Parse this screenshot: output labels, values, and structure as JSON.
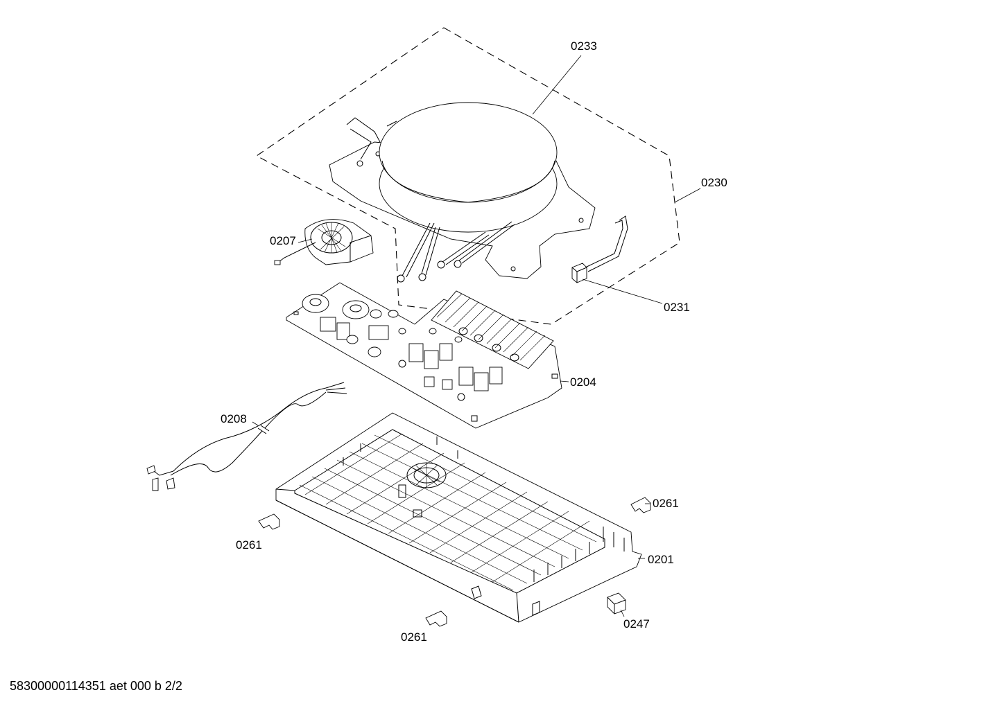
{
  "parts": {
    "p0233": "0233",
    "p0230": "0230",
    "p0207": "0207",
    "p0231": "0231",
    "p0204": "0204",
    "p0208": "0208",
    "p0261a": "0261",
    "p0261b": "0261",
    "p0261c": "0261",
    "p0201": "0201",
    "p0247": "0247"
  },
  "footer": "58300000114351 aet 000 b 2/2"
}
